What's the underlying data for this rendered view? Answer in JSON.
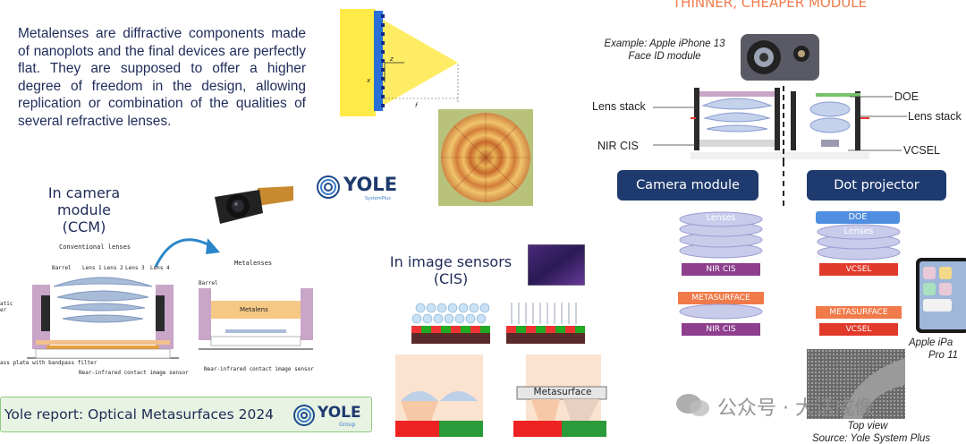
{
  "intro_text": "Metalenses are diffractive components made of nanoplots and the final devices are perfectly flat. They are supposed to offer a higher degree of freedom in the design, allowing replication or combination of the qualities of several refractive lenses.",
  "top_title": "THINNER, CHEAPER MODULE",
  "ccm": {
    "heading_line1": "In camera module",
    "heading_line2": "(CCM)",
    "conventional_label": "Conventional lenses",
    "barrel": "Barrel",
    "lens1": "Lens 1",
    "lens2": "Lens 2",
    "lens3": "Lens 3",
    "lens4": "Lens 4",
    "static_label": "atic",
    "static_label2": "er",
    "glass_label": "ass plate with bandpass filter",
    "nir_label": "Near-infrared contact image sensor",
    "metalenses_label": "Metalenses",
    "barrel2": "Barrel",
    "metalens": "Metalens",
    "nir_label2": "Near-infrared contact image sensor"
  },
  "logos": {
    "yole_main": "YOLE",
    "yole_main_sub": "SystemPlus",
    "yole_banner": "YOLE",
    "yole_banner_sub": "Group"
  },
  "diagram_labels": {
    "x": "x",
    "z": "z",
    "f": "f"
  },
  "banner_text": "Yole report: Optical Metasurfaces 2024",
  "cis": {
    "heading_line1": "In image sensors",
    "heading_line2": "(CIS)",
    "metasurface": "Metasurface"
  },
  "iphone": {
    "example_line1": "Example: Apple iPhone 13",
    "example_line2": "Face ID module",
    "lens_stack_left": "Lens stack",
    "nir_cis": "NIR CIS",
    "doe": "DOE",
    "lens_stack_right": "Lens stack",
    "vcsel": "VCSEL"
  },
  "camera_module": {
    "title": "Camera module",
    "lenses": "Lenses",
    "nir_cis": "NIR CIS",
    "metasurface": "METASURFACE",
    "nir_cis2": "NIR CIS"
  },
  "dot_projector": {
    "title": "Dot projector",
    "doe": "DOE",
    "lenses": "Lenses",
    "vcsel": "VCSEL",
    "metasurface": "METASURFACE",
    "vcsel2": "VCSEL"
  },
  "ipad": {
    "line1": "Apple iPa",
    "line2": "Pro 11"
  },
  "sem": {
    "top_view": "Top view",
    "source": "Source: Yole System Plus"
  },
  "watermark": "公众号 · 大话成像",
  "colors": {
    "navy": "#1e3a6e",
    "purple": "#8d3f8e",
    "orange": "#f07a4a",
    "lavender": "#c9cbeb",
    "yellow": "#ffe94a",
    "green_banner": "#e8f3e4"
  }
}
